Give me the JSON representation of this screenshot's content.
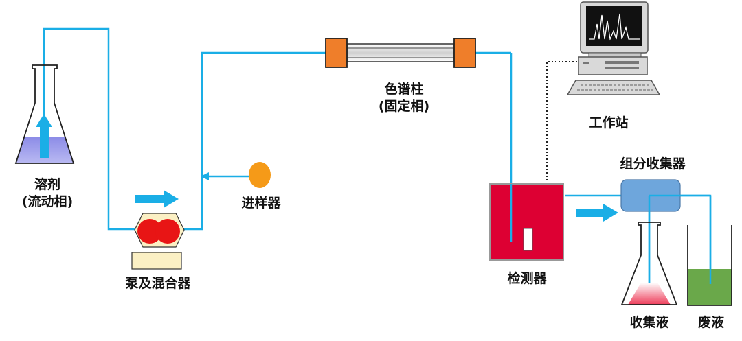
{
  "labels": {
    "solvent": "溶剂",
    "mobile_phase": "(流动相)",
    "pump": "泵及混合器",
    "injector": "进样器",
    "column": "色谱柱",
    "stationary_phase": "(固定相)",
    "detector": "检测器",
    "workstation": "工作站",
    "fraction_collector": "组分收集器",
    "collected_liquid": "收集液",
    "waste_liquid": "废液"
  },
  "colors": {
    "tubing": "#1aaee6",
    "solvent_fill": "#2a2ad6",
    "pump_red": "#e81515",
    "pump_base": "#fbf0c4",
    "injector_orange": "#f59a18",
    "column_caps": "#ef7e2a",
    "detector": "#dd0033",
    "collector_box": "#6ea6dc",
    "collected_fill": "#ee3d5a",
    "waste_fill": "#6aa84a"
  }
}
